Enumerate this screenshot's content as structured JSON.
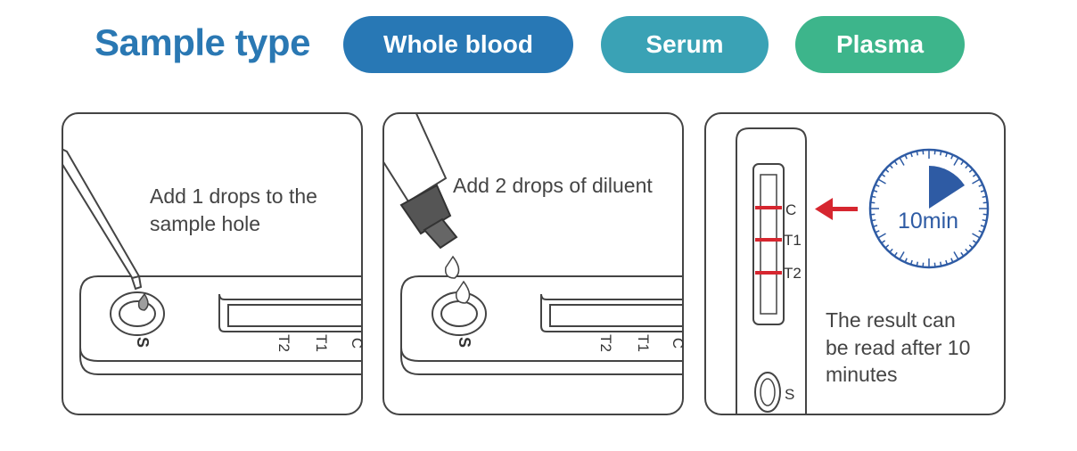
{
  "header": {
    "title": "Sample type",
    "pills": [
      "Whole blood",
      "Serum",
      "Plasma"
    ]
  },
  "step1": {
    "line1": "Add 1 drops to the",
    "line2": "sample hole",
    "well_label": "S",
    "lines": [
      "T2",
      "T1",
      "C"
    ]
  },
  "step2": {
    "text": "Add 2 drops of diluent",
    "well_label": "S",
    "lines": [
      "T2",
      "T1",
      "C"
    ]
  },
  "step3": {
    "lines": [
      "C",
      "T1",
      "T2"
    ],
    "well_label": "S",
    "timer": "10min",
    "result_lines": [
      "The result can",
      "be read after 10",
      "minutes"
    ]
  },
  "colors": {
    "title": "#2a78b3",
    "whole_blood": "#2878b5",
    "serum": "#3aa2b5",
    "plasma": "#3db58b",
    "band": "#d6262f",
    "clock": "#2e5ba4"
  }
}
